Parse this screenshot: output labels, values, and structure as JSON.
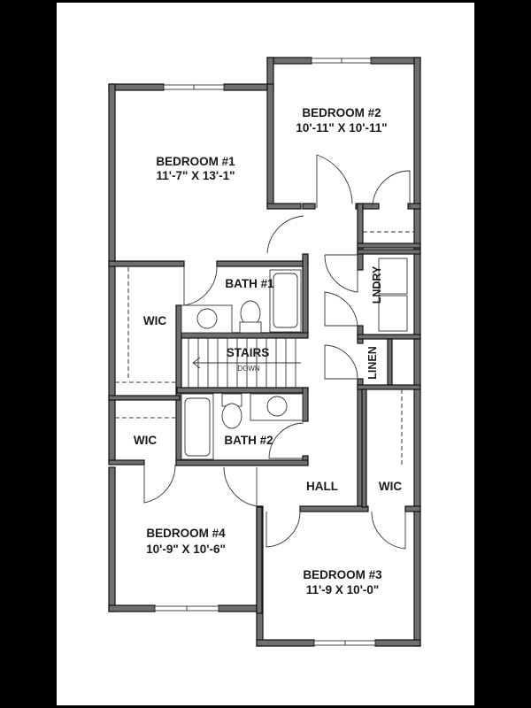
{
  "colors": {
    "background": "#000000",
    "paper": "#ffffff",
    "wall_fill": "#6f6f6f",
    "wall_edge": "#111111",
    "text": "#1a1a1a"
  },
  "rooms": {
    "bedroom1": {
      "name": "BEDROOM #1",
      "size": "11'-7\" X 13'-1\""
    },
    "bedroom2": {
      "name": "BEDROOM #2",
      "size": "10'-11\" X 10'-11\""
    },
    "bedroom3": {
      "name": "BEDROOM #3",
      "size": "11'-9 X 10'-0\""
    },
    "bedroom4": {
      "name": "BEDROOM #4",
      "size": "10'-9\" X 10'-6\""
    },
    "bath1": {
      "name": "BATH #1"
    },
    "bath2": {
      "name": "BATH #2"
    },
    "wic1": {
      "name": "WIC"
    },
    "wic2": {
      "name": "WIC"
    },
    "wic3": {
      "name": "WIC"
    },
    "stairs": {
      "name": "STAIRS",
      "direction": "DOWN"
    },
    "laundry": {
      "name": "LNDRY"
    },
    "linen": {
      "name": "LINEN"
    },
    "hall": {
      "name": "HALL"
    }
  }
}
